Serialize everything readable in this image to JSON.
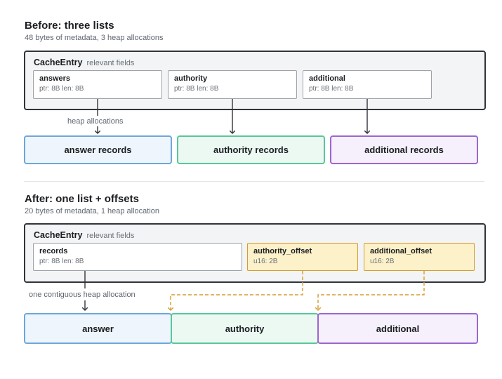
{
  "before": {
    "title": "Before: three lists",
    "subtitle": "48 bytes of metadata, 3 heap allocations",
    "struct": {
      "name": "CacheEntry",
      "note": "relevant fields"
    },
    "fields": [
      {
        "name": "answers",
        "meta": "ptr: 8B len: 8B"
      },
      {
        "name": "authority",
        "meta": "ptr: 8B len: 8B"
      },
      {
        "name": "additional",
        "meta": "ptr: 8B len: 8B"
      }
    ],
    "edge_label": "heap allocations",
    "targets": [
      "answer records",
      "authority records",
      "additional records"
    ]
  },
  "after": {
    "title": "After: one list + offsets",
    "subtitle": "20 bytes of metadata, 1 heap allocation",
    "struct": {
      "name": "CacheEntry",
      "note": "relevant fields"
    },
    "fields": [
      {
        "name": "records",
        "meta": "ptr: 8B len: 8B"
      },
      {
        "name": "authority_offset",
        "meta": "u16: 2B"
      },
      {
        "name": "additional_offset",
        "meta": "u16: 2B"
      }
    ],
    "edge_label": "one contiguous heap allocation",
    "segments": [
      "answer",
      "authority",
      "additional"
    ]
  },
  "colors": {
    "struct_border": "#30343a",
    "answer": "#6ea7d9",
    "authority": "#58c79a",
    "additional": "#9c66cf",
    "offset": "#d79b2f"
  }
}
